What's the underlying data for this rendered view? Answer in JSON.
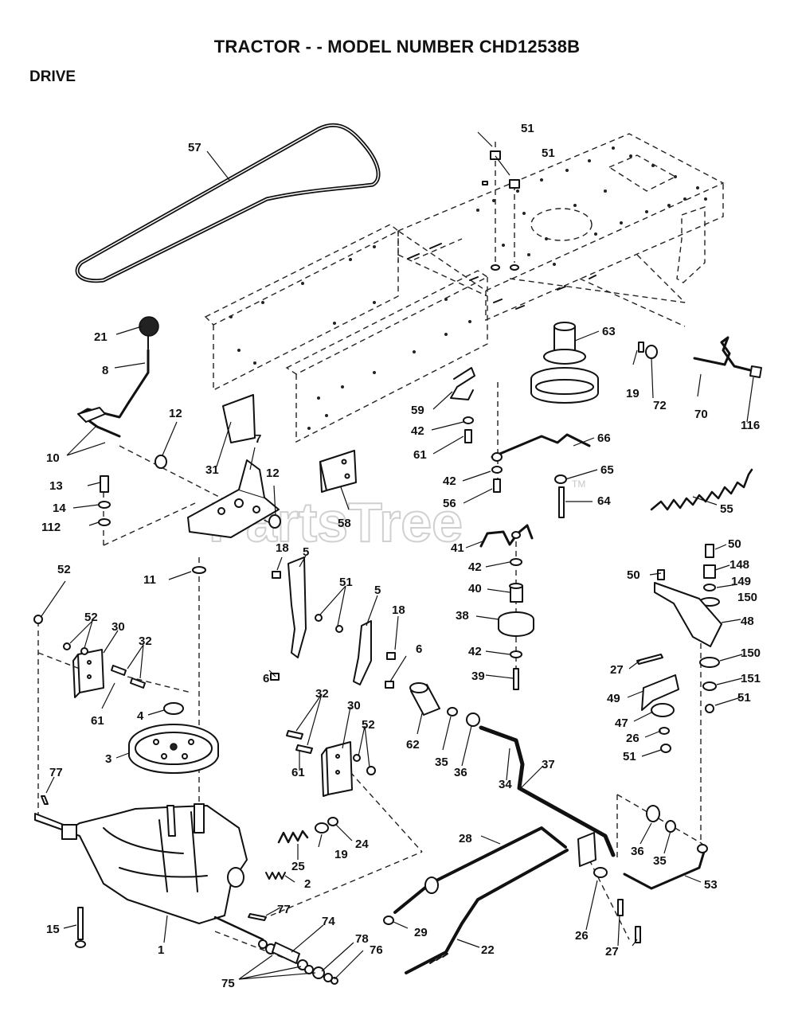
{
  "header": {
    "title": "TRACTOR - - MODEL NUMBER CHD12538B",
    "section": "DRIVE"
  },
  "watermark": {
    "text": "PartsTree",
    "tm": "TM"
  },
  "callouts": [
    {
      "id": "c57a",
      "label": "57"
    },
    {
      "id": "c51a",
      "label": "51"
    },
    {
      "id": "c51b",
      "label": "51"
    },
    {
      "id": "c21",
      "label": "21"
    },
    {
      "id": "c8",
      "label": "8"
    },
    {
      "id": "c63",
      "label": "63"
    },
    {
      "id": "c19a",
      "label": "19"
    },
    {
      "id": "c72",
      "label": "72"
    },
    {
      "id": "c70",
      "label": "70"
    },
    {
      "id": "c116",
      "label": "116"
    },
    {
      "id": "c12a",
      "label": "12"
    },
    {
      "id": "c59",
      "label": "59"
    },
    {
      "id": "c42a",
      "label": "42"
    },
    {
      "id": "c66",
      "label": "66"
    },
    {
      "id": "c10",
      "label": "10"
    },
    {
      "id": "c31",
      "label": "31"
    },
    {
      "id": "c7",
      "label": "7"
    },
    {
      "id": "c61a",
      "label": "61"
    },
    {
      "id": "c13",
      "label": "13"
    },
    {
      "id": "c12b",
      "label": "12"
    },
    {
      "id": "c42b",
      "label": "42"
    },
    {
      "id": "c65",
      "label": "65"
    },
    {
      "id": "c56",
      "label": "56"
    },
    {
      "id": "c64",
      "label": "64"
    },
    {
      "id": "c14",
      "label": "14"
    },
    {
      "id": "c58",
      "label": "58"
    },
    {
      "id": "c55",
      "label": "55"
    },
    {
      "id": "c112",
      "label": "112"
    },
    {
      "id": "c41",
      "label": "41"
    },
    {
      "id": "c18a",
      "label": "18"
    },
    {
      "id": "c50a",
      "label": "50"
    },
    {
      "id": "c148",
      "label": "148"
    },
    {
      "id": "c52a",
      "label": "52"
    },
    {
      "id": "c5a",
      "label": "5"
    },
    {
      "id": "c42c",
      "label": "42"
    },
    {
      "id": "c50b",
      "label": "50"
    },
    {
      "id": "c149",
      "label": "149"
    },
    {
      "id": "c11",
      "label": "11"
    },
    {
      "id": "c51c",
      "label": "51"
    },
    {
      "id": "c5b",
      "label": "5"
    },
    {
      "id": "c40",
      "label": "40"
    },
    {
      "id": "c150a",
      "label": "150"
    },
    {
      "id": "c52b",
      "label": "52"
    },
    {
      "id": "c30a",
      "label": "30"
    },
    {
      "id": "c18b",
      "label": "18"
    },
    {
      "id": "c38",
      "label": "38"
    },
    {
      "id": "c48",
      "label": "48"
    },
    {
      "id": "c32a",
      "label": "32"
    },
    {
      "id": "c42d",
      "label": "42"
    },
    {
      "id": "c150b",
      "label": "150"
    },
    {
      "id": "c6a",
      "label": "6"
    },
    {
      "id": "c6b",
      "label": "6"
    },
    {
      "id": "c27a",
      "label": "27"
    },
    {
      "id": "c39",
      "label": "39"
    },
    {
      "id": "c151",
      "label": "151"
    },
    {
      "id": "c61b",
      "label": "61"
    },
    {
      "id": "c32b",
      "label": "32"
    },
    {
      "id": "c49",
      "label": "49"
    },
    {
      "id": "c51d",
      "label": "51"
    },
    {
      "id": "c4",
      "label": "4"
    },
    {
      "id": "c30b",
      "label": "30"
    },
    {
      "id": "c47",
      "label": "47"
    },
    {
      "id": "c52c",
      "label": "52"
    },
    {
      "id": "c62",
      "label": "62"
    },
    {
      "id": "c26a",
      "label": "26"
    },
    {
      "id": "c3",
      "label": "3"
    },
    {
      "id": "c61c",
      "label": "61"
    },
    {
      "id": "c35a",
      "label": "35"
    },
    {
      "id": "c36a",
      "label": "36"
    },
    {
      "id": "c37",
      "label": "37"
    },
    {
      "id": "c51e",
      "label": "51"
    },
    {
      "id": "c34",
      "label": "34"
    },
    {
      "id": "c77a",
      "label": "77"
    },
    {
      "id": "c24",
      "label": "24"
    },
    {
      "id": "c28",
      "label": "28"
    },
    {
      "id": "c19b",
      "label": "19"
    },
    {
      "id": "c25",
      "label": "25"
    },
    {
      "id": "c36b",
      "label": "36"
    },
    {
      "id": "c35b",
      "label": "35"
    },
    {
      "id": "c2",
      "label": "2"
    },
    {
      "id": "c53",
      "label": "53"
    },
    {
      "id": "c77b",
      "label": "77"
    },
    {
      "id": "c15",
      "label": "15"
    },
    {
      "id": "c29",
      "label": "29"
    },
    {
      "id": "c26b",
      "label": "26"
    },
    {
      "id": "c1",
      "label": "1"
    },
    {
      "id": "c74",
      "label": "74"
    },
    {
      "id": "c78",
      "label": "78"
    },
    {
      "id": "c22",
      "label": "22"
    },
    {
      "id": "c76",
      "label": "76"
    },
    {
      "id": "c27b",
      "label": "27"
    },
    {
      "id": "c75",
      "label": "75"
    }
  ]
}
